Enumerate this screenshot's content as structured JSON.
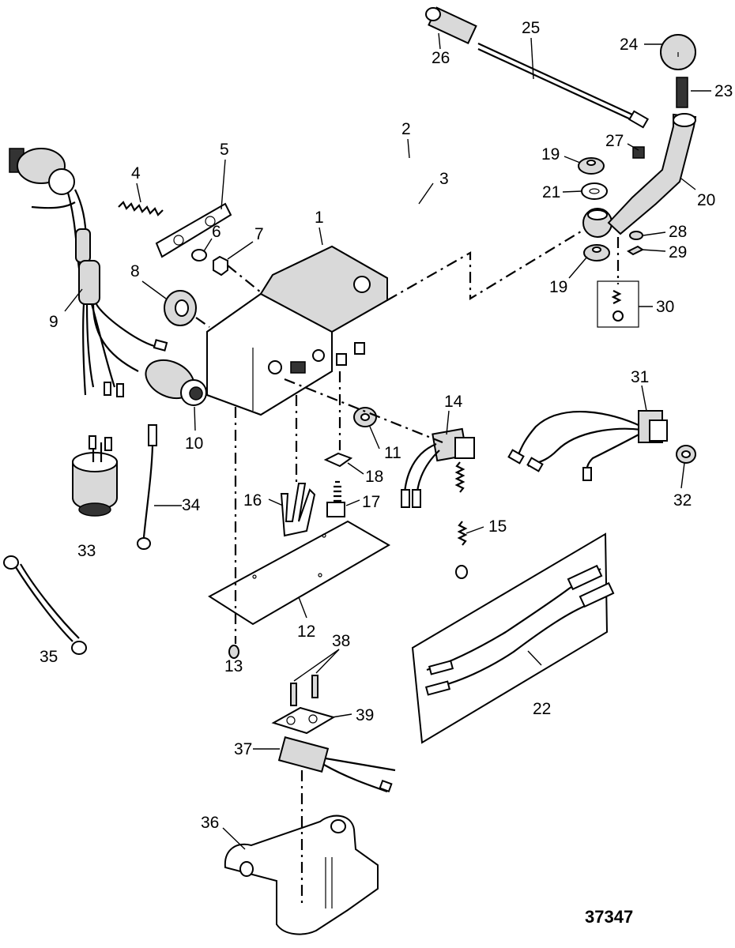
{
  "diagram_id": "37347",
  "callouts": [
    "1",
    "2",
    "3",
    "4",
    "5",
    "6",
    "7",
    "8",
    "9",
    "10",
    "11",
    "12",
    "13",
    "14",
    "15",
    "16",
    "17",
    "18",
    "19",
    "19",
    "20",
    "21",
    "22",
    "23",
    "24",
    "25",
    "26",
    "27",
    "28",
    "29",
    "30",
    "31",
    "32",
    "33",
    "34",
    "35",
    "36",
    "37",
    "38",
    "39"
  ]
}
